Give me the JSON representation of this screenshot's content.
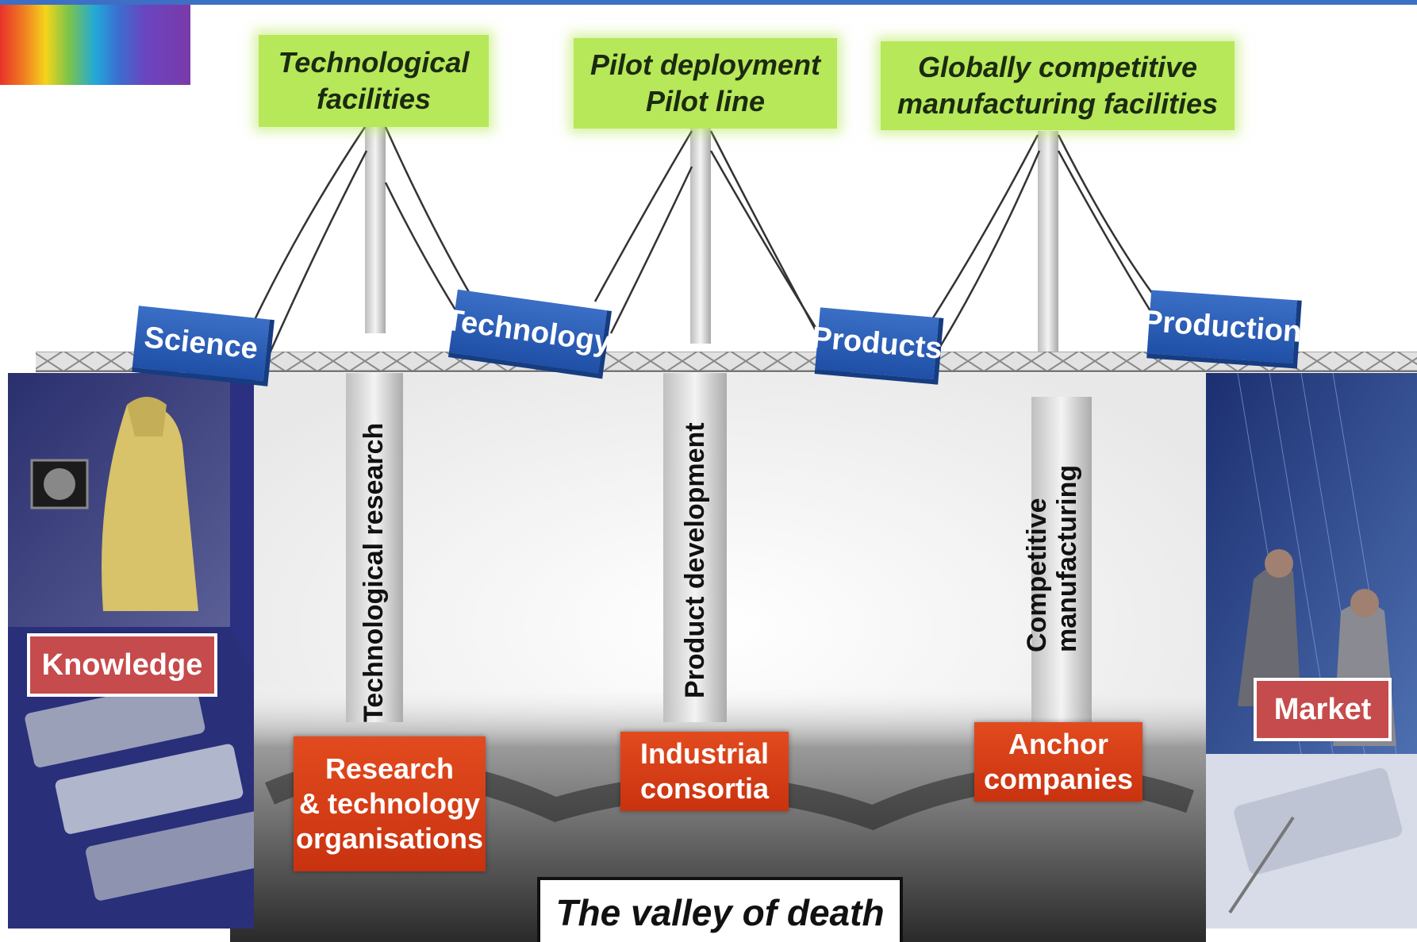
{
  "top_labels": [
    {
      "text": "Technological\nfacilities"
    },
    {
      "text": "Pilot deployment\nPilot line"
    },
    {
      "text": "Globally competitive\nmanufacturing facilities"
    }
  ],
  "deck_signs": [
    "Science",
    "Technology",
    "Products",
    "Production"
  ],
  "pillar_labels": [
    "Technological research",
    "Product development",
    "Competitive\nmanufacturing"
  ],
  "actors": [
    "Research\n& technology\norganisations",
    "Industrial\nconsortia",
    "Anchor\ncompanies"
  ],
  "side_tags": {
    "left": "Knowledge",
    "right": "Market"
  },
  "footer": "The valley of death",
  "colors": {
    "green": "#b6e85a",
    "blue": "#2a5db8",
    "red": "#d43c14",
    "tag_red": "#c64b4c",
    "top_bar": "#3d6fc4"
  }
}
